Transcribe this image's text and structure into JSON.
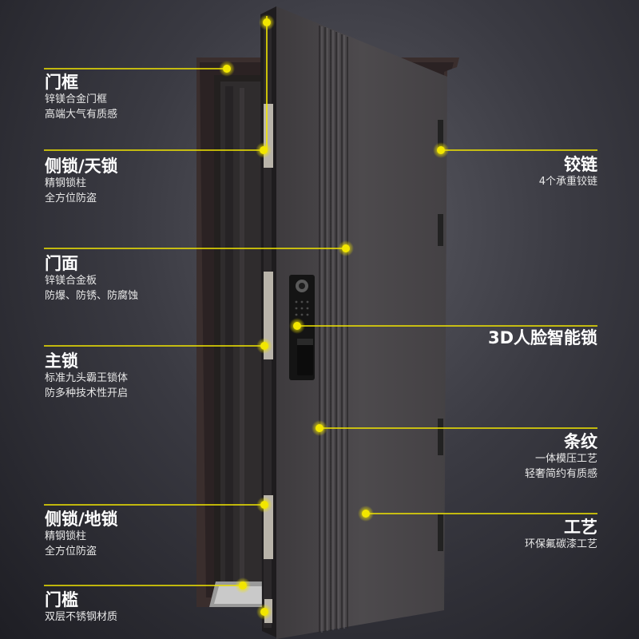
{
  "colors": {
    "accent": "#f2e600",
    "door_panel": "#4a474a",
    "frame": "#3b2f2e",
    "text": "#ffffff"
  },
  "features": {
    "frame": {
      "title": "门框",
      "lines": [
        "锌镁合金门框",
        "高端大气有质感"
      ]
    },
    "side_top": {
      "title": "侧锁/天锁",
      "lines": [
        "精钢锁柱",
        "全方位防盗"
      ]
    },
    "panel": {
      "title": "门面",
      "lines": [
        "锌镁合金板",
        "防爆、防锈、防腐蚀"
      ]
    },
    "main_lock": {
      "title": "主锁",
      "lines": [
        "标准九头霸王锁体",
        "防多种技术性开启"
      ]
    },
    "side_floor": {
      "title": "侧锁/地锁",
      "lines": [
        "精钢锁柱",
        "全方位防盗"
      ]
    },
    "sill": {
      "title": "门槛",
      "lines": [
        "双层不锈钢材质"
      ]
    },
    "hinge": {
      "title": "铰链",
      "lines": [
        "4个承重铰链"
      ]
    },
    "smart_lock": {
      "title": "3D人脸智能锁",
      "lines": []
    },
    "stripe": {
      "title": "条纹",
      "lines": [
        "一体模压工艺",
        "轻奢简约有质感"
      ]
    },
    "craft": {
      "title": "工艺",
      "lines": [
        "环保氟碳漆工艺"
      ]
    }
  }
}
